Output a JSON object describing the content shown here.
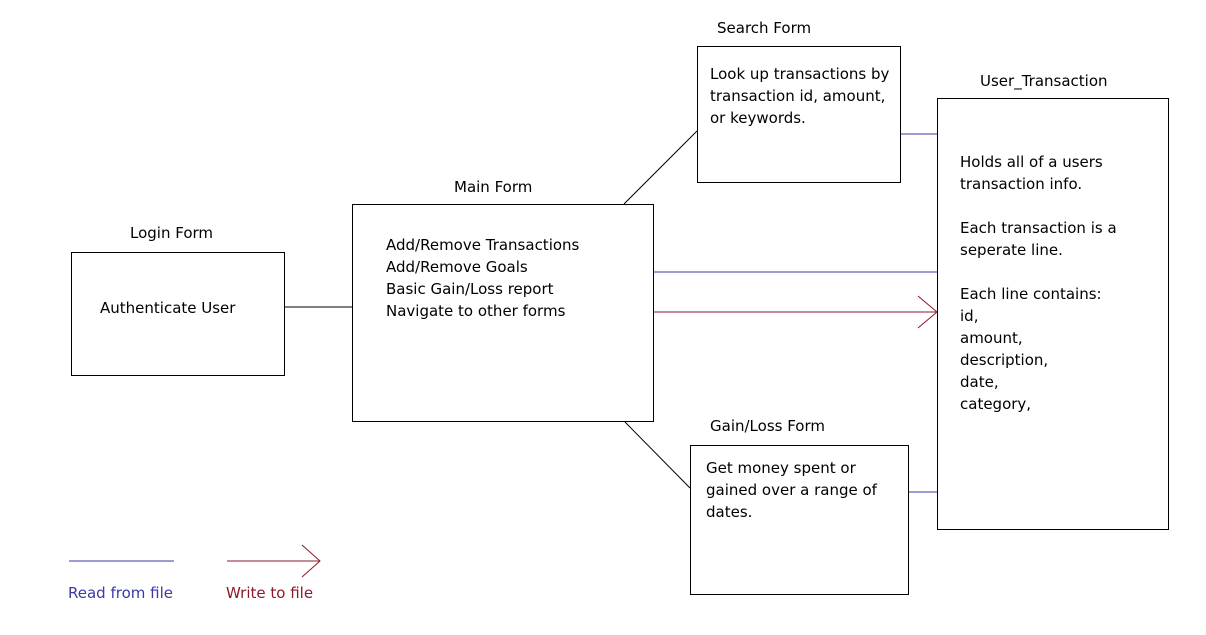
{
  "colors": {
    "read": "#3a3aa8",
    "write": "#8b1a2b",
    "connector": "#000000"
  },
  "login": {
    "title": "Login Form",
    "lines": [
      "Authenticate User"
    ]
  },
  "main": {
    "title": "Main Form",
    "lines": [
      "Add/Remove Transactions",
      "Add/Remove Goals",
      "Basic Gain/Loss report",
      "Navigate to other forms"
    ]
  },
  "search": {
    "title": "Search Form",
    "lines": [
      "Look up transactions by",
      "transaction id, amount,",
      "or keywords."
    ]
  },
  "gainloss": {
    "title": "Gain/Loss Form",
    "lines": [
      "Get money spent or",
      "gained over a range of",
      "dates."
    ]
  },
  "user_transaction": {
    "title": "User_Transaction",
    "lines": [
      "Holds all of a users",
      "transaction info.",
      "",
      "Each transaction is a",
      "seperate line.",
      "",
      "Each line contains:",
      "id,",
      "amount,",
      "description,",
      "date,",
      "category,"
    ]
  },
  "legend": {
    "read_label": "Read from file",
    "write_label": "Write to file"
  }
}
